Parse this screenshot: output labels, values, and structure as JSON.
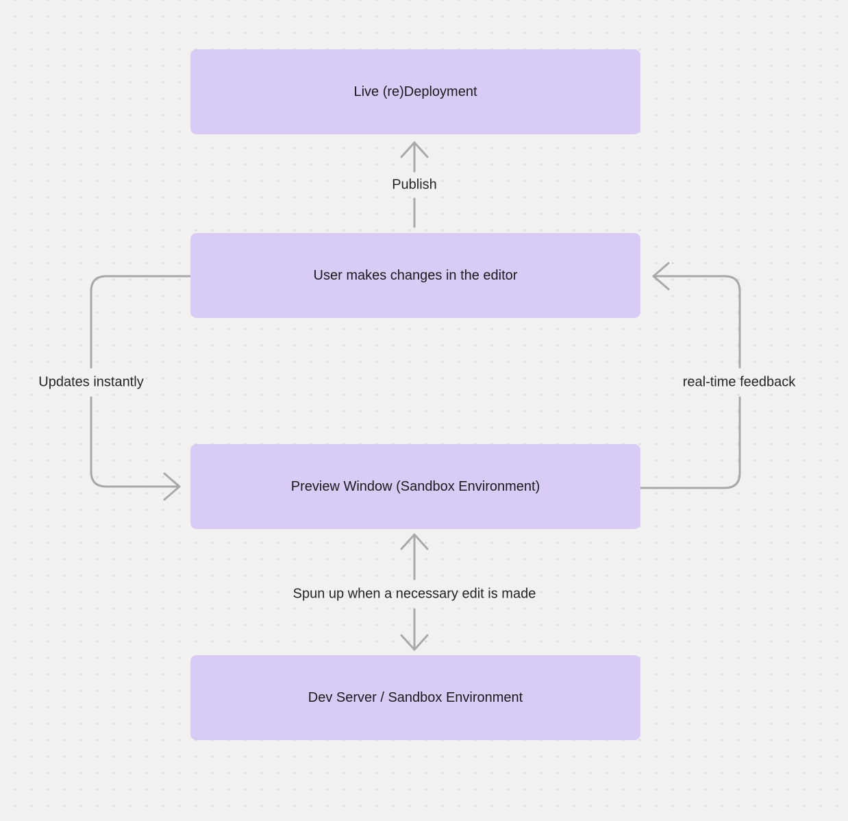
{
  "diagram": {
    "nodes": [
      {
        "id": "live-deployment",
        "label": "Live (re)Deployment"
      },
      {
        "id": "editor-changes",
        "label": "User makes changes in the editor"
      },
      {
        "id": "preview-window",
        "label": "Preview Window (Sandbox Environment)"
      },
      {
        "id": "dev-server",
        "label": "Dev Server / Sandbox Environment"
      }
    ],
    "edges": [
      {
        "id": "publish",
        "label": "Publish",
        "from": "editor-changes",
        "to": "live-deployment",
        "direction": "up"
      },
      {
        "id": "updates-instantly",
        "label": "Updates instantly",
        "from": "editor-changes",
        "to": "preview-window",
        "direction": "left-loop"
      },
      {
        "id": "real-time-feedback",
        "label": "real-time feedback",
        "from": "preview-window",
        "to": "editor-changes",
        "direction": "right-loop"
      },
      {
        "id": "spun-up",
        "label": "Spun up when a necessary edit is made",
        "from": "preview-window",
        "to": "dev-server",
        "direction": "bidirectional"
      }
    ],
    "colors": {
      "background": "#f1f1ef",
      "grid_dot": "#d9d9d7",
      "node_fill": "#d8ccf7",
      "node_text": "#1a1a1a",
      "edge_stroke": "#a8a8a8",
      "edge_label_text": "#242424"
    }
  }
}
